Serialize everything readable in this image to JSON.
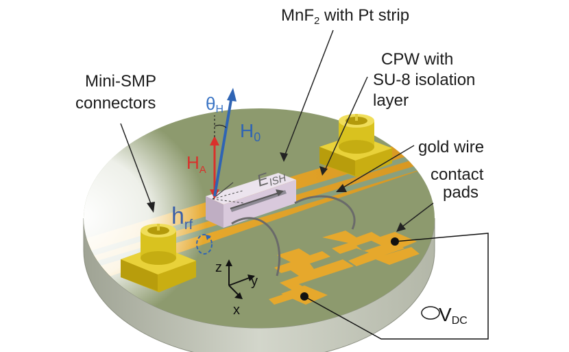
{
  "labels": {
    "mnf2_main": "MnF",
    "mnf2_sub": "2",
    "mnf2_rest": " with Pt strip",
    "cpw_line1": "CPW with",
    "cpw_line2": "SU-8 isolation",
    "cpw_line3": "layer",
    "connector_line1": "Mini-SMP",
    "connector_line2": "connectors",
    "gold_wire": "gold wire",
    "contact_line1": "contact",
    "contact_line2": "pads"
  },
  "symbols": {
    "theta": "θ",
    "theta_sub": "H",
    "h0": "H",
    "h0_sub": "0",
    "ha": "H",
    "ha_sub": "A",
    "hrf": "h",
    "hrf_sub": "rf",
    "eish": "E",
    "eish_sub": "ISH",
    "vdc": "V",
    "vdc_sub": "DC",
    "axis_z": "z",
    "axis_y": "y",
    "axis_x": "x"
  },
  "colors": {
    "disc_top": "#8d9a6e",
    "disc_side": "#c8cbbf",
    "gold": "#e6a82c",
    "connector": "#d8c21a",
    "sample": "#d9c9dc",
    "ha_arrow": "#d9302b",
    "h0_arrow": "#2f64b4",
    "theta_label": "#3a74c4"
  }
}
